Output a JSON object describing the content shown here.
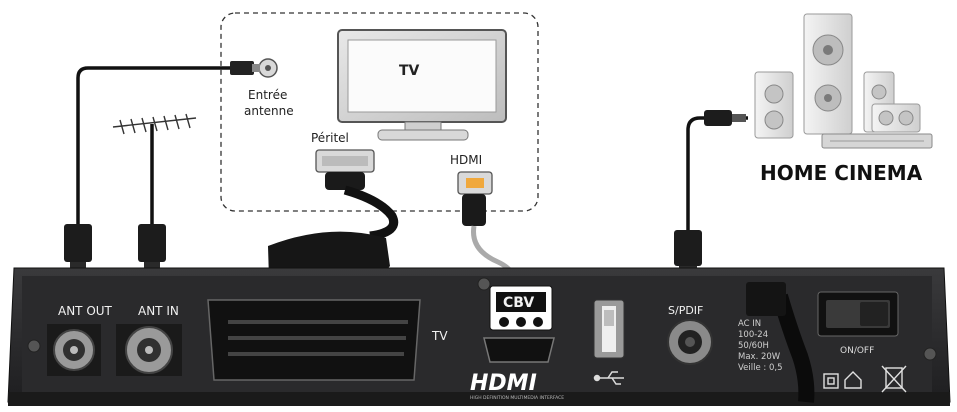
{
  "tv_area": {
    "tv_label": "TV",
    "antenna_input_label_line1": "Entrée",
    "antenna_input_label_line2": "antenne",
    "peritel_label": "Péritel",
    "hdmi_label": "HDMI"
  },
  "home_cinema": {
    "label": "HOME CINEMA"
  },
  "receiver_panel": {
    "ant_out_label": "ANT OUT",
    "ant_in_label": "ANT IN",
    "tv_port_label": "TV",
    "spdif_label": "S/PDIF",
    "power_text": [
      "AC IN",
      "100-24",
      "50/60H",
      "Max. 20W",
      "Veille : 0,5"
    ],
    "switch_label": "ON/OFF",
    "hdmi_logo": "HDMI",
    "hdmi_logo_sub": "HIGH DEFINITION MULTIMEDIA INTERFACE",
    "cbv_logo": "CBV"
  },
  "colors": {
    "panel_bg": "#2c2c2e",
    "cable": "#111111",
    "hdmi_connector_accent": "#f0a83c",
    "speaker_body": "#e6e6e6"
  }
}
